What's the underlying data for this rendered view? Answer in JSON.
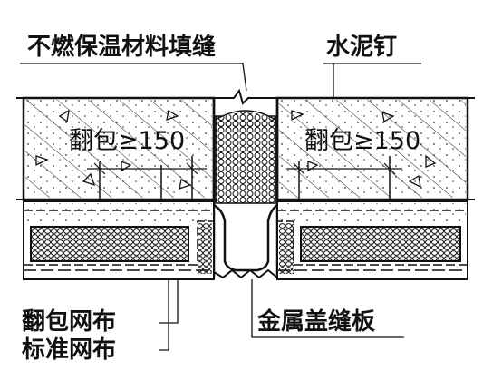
{
  "labels": {
    "top_left": "不燃保温材料填缝",
    "top_right": "水泥钉",
    "bottom_right": "金属盖缝板",
    "bottom_left_1": "翻包网布",
    "bottom_left_2": "标准网布"
  },
  "dimensions": {
    "left": "翻包≥150",
    "right": "翻包≥150"
  },
  "colors": {
    "line": "#111111",
    "paper": "#ffffff"
  }
}
